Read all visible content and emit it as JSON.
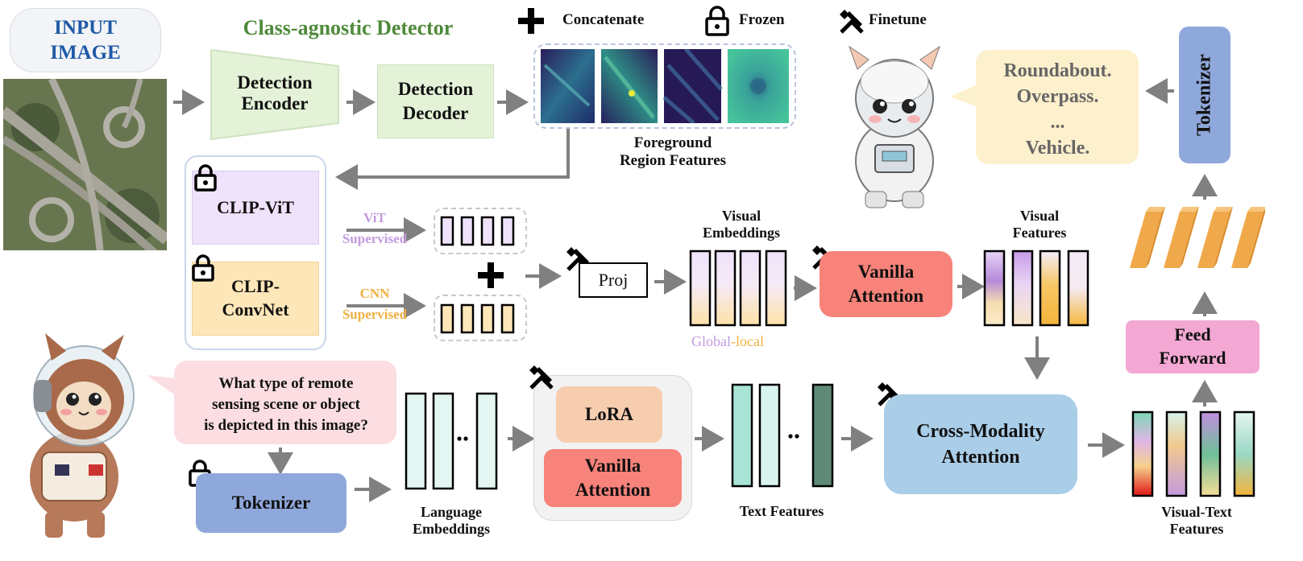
{
  "input_image": {
    "label": "INPUT\nIMAGE"
  },
  "detector": {
    "title": "Class-agnostic Detector",
    "encoder": "Detection\nEncoder",
    "decoder": "Detection\nDecoder"
  },
  "legend": {
    "concatenate": "Concatenate",
    "frozen": "Frozen",
    "finetune": "Finetune"
  },
  "foreground": {
    "label": "Foreground\nRegion Features"
  },
  "clip": {
    "vit": "CLIP-ViT",
    "convnet": "CLIP-\nConvNet",
    "vit_supervised": "ViT\nSupervised",
    "cnn_supervised": "CNN\nSupervised"
  },
  "proj": {
    "label": "Proj"
  },
  "visual_embeddings": {
    "label": "Visual\nEmbeddings",
    "global": "Global",
    "local": "-local"
  },
  "vanilla_attention_top": {
    "label": "Vanilla\nAttention"
  },
  "visual_features": {
    "label": "Visual\nFeatures"
  },
  "tokenizer_top": {
    "label": "Tokenizer"
  },
  "speech_output": {
    "text": "Roundabout.\nOverpass.\n...\nVehicle."
  },
  "feed_forward": {
    "label": "Feed\nForward"
  },
  "question": {
    "text": "What type of remote\nsensing scene or object\nis depicted in this image?"
  },
  "tokenizer_bottom": {
    "label": "Tokenizer"
  },
  "language_embeddings": {
    "label": "Language\nEmbeddings"
  },
  "lora": {
    "label": "LoRA"
  },
  "vanilla_attention_bottom": {
    "label": "Vanilla\nAttention"
  },
  "text_features": {
    "label": "Text Features"
  },
  "cross_modality": {
    "label": "Cross-Modality\nAttention"
  },
  "visual_text_features": {
    "label": "Visual-Text\nFeatures"
  },
  "colors": {
    "detector_green": "#4e8a3a",
    "vit_purple": "#c39be0",
    "cnn_orange": "#f0b040",
    "tokenizer_blue": "#8fa8dc",
    "attention_red": "#f7837a",
    "cross_blue": "#aacde8",
    "feed_pink": "#f3a8d4",
    "bubble_yellow": "#fdf0cc",
    "bubble_pink": "#fbdde2"
  }
}
